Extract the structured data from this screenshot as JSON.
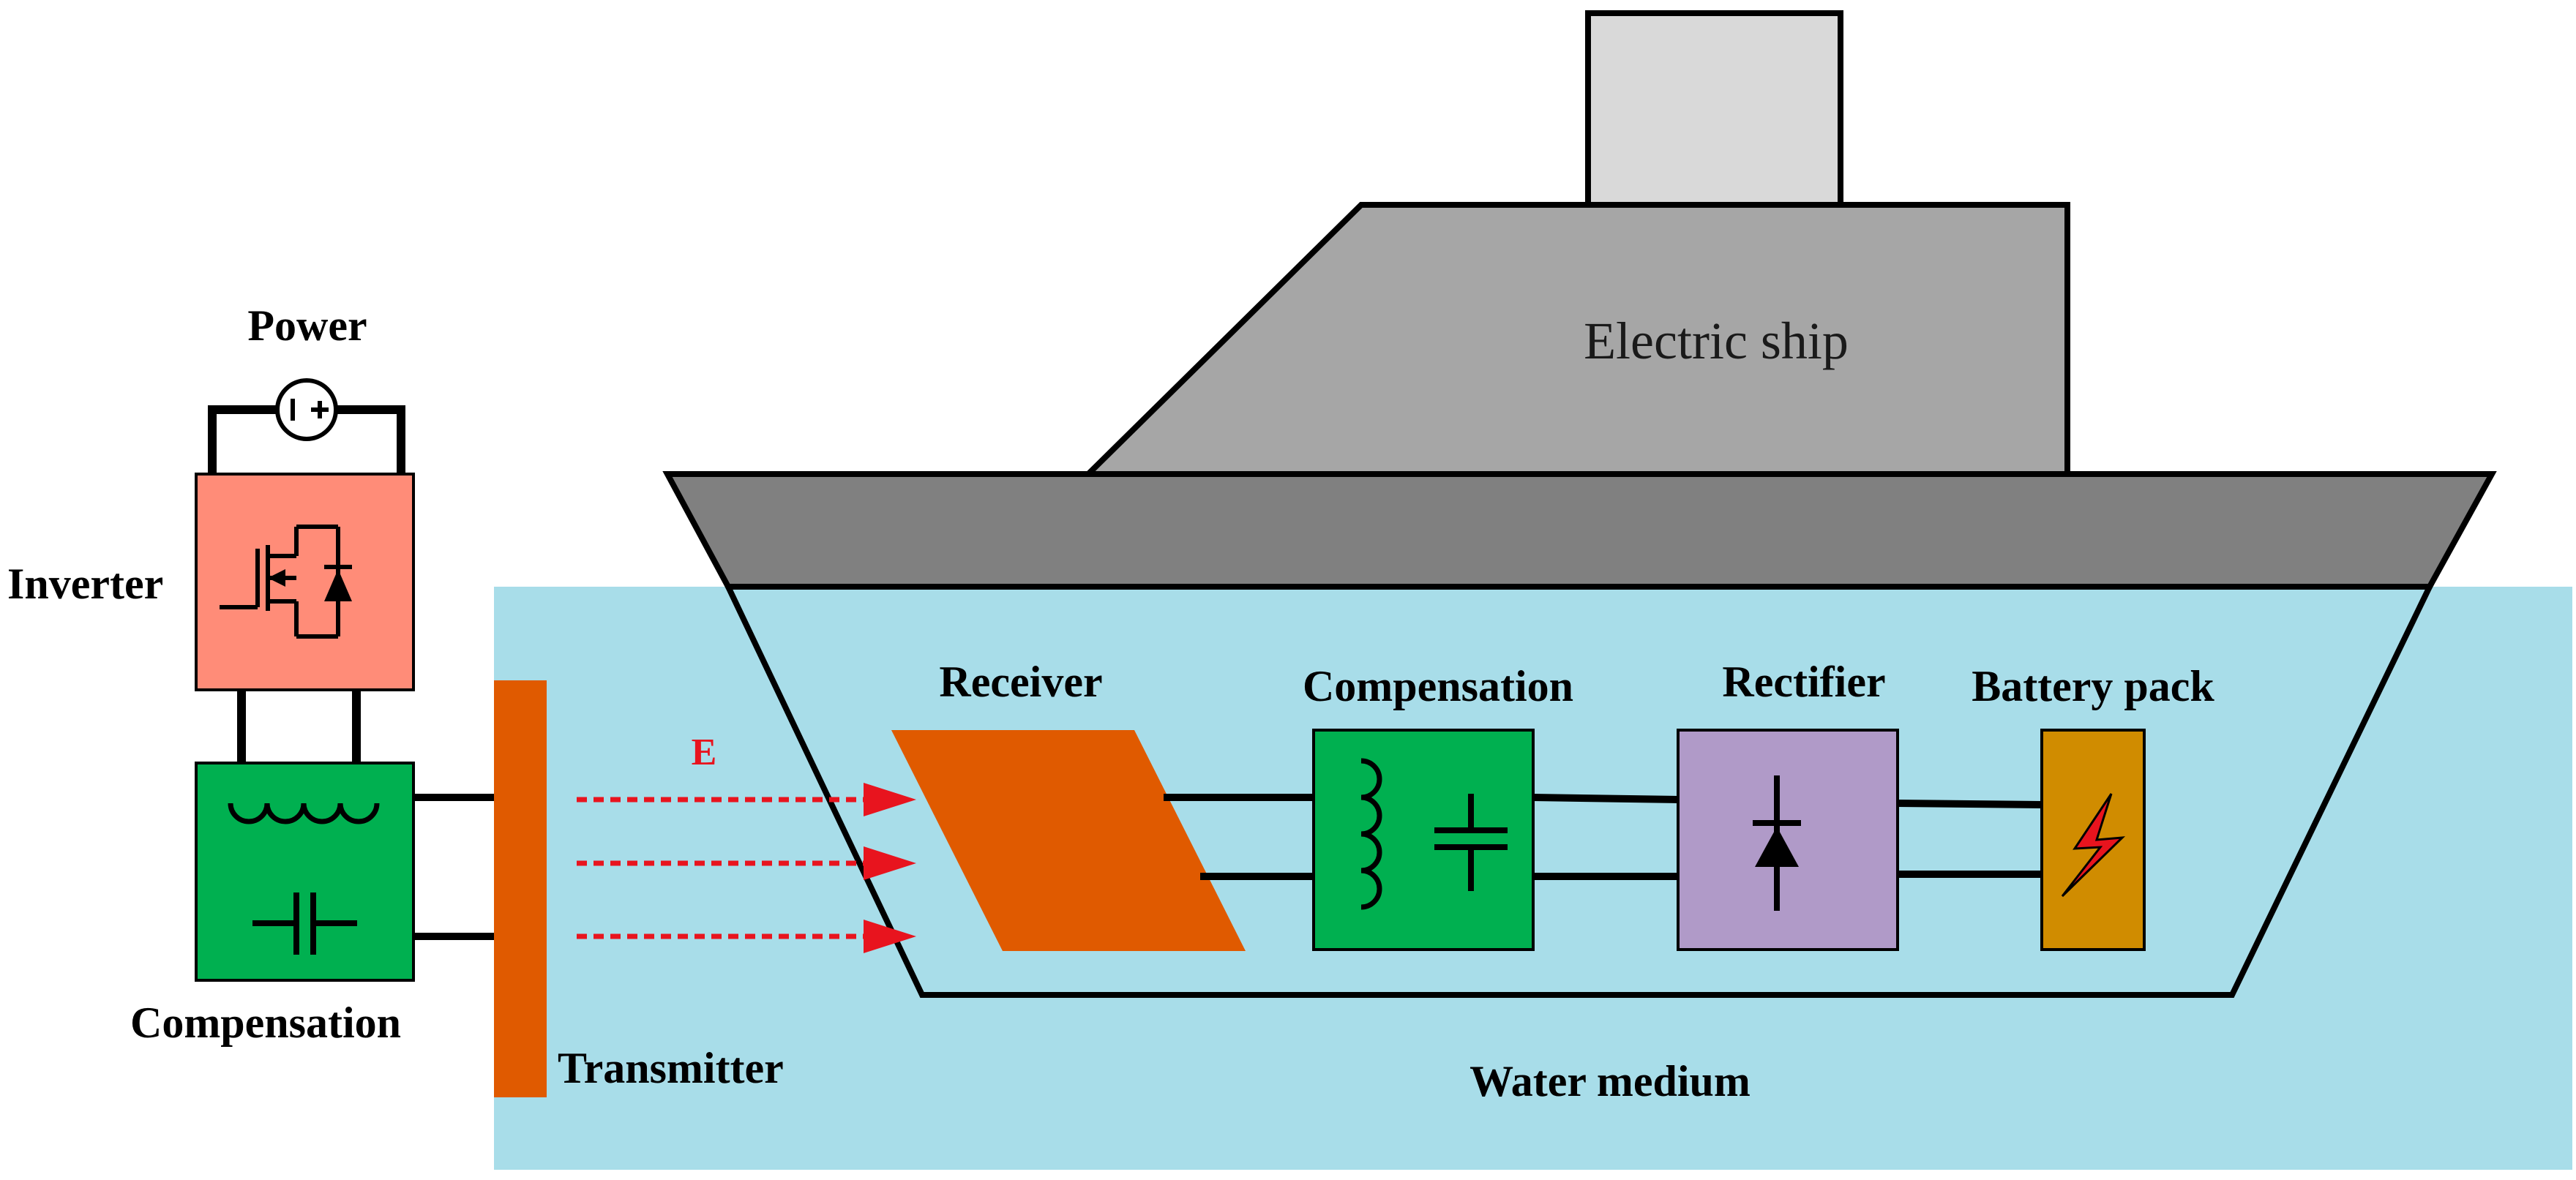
{
  "labels": {
    "power": "Power",
    "inverter": "Inverter",
    "compensation_left": "Compensation",
    "transmitter": "Transmitter",
    "field": "E",
    "receiver": "Receiver",
    "compensation_right": "Compensation",
    "rectifier": "Rectifier",
    "battery_pack": "Battery pack",
    "electric_ship": "Electric ship",
    "water_medium": "Water medium"
  },
  "colors": {
    "water": "#a8dde9",
    "inverter_box": "#ff8c78",
    "compensation_box": "#00b050",
    "coil_plate": "#e05a00",
    "rectifier_box": "#b09ac8",
    "battery_box": "#d08c00",
    "ship_deck": "#808080",
    "ship_cabin": "#a6a6a6",
    "ship_chimney": "#d9d9d9",
    "field_arrows": "#e8141e"
  }
}
